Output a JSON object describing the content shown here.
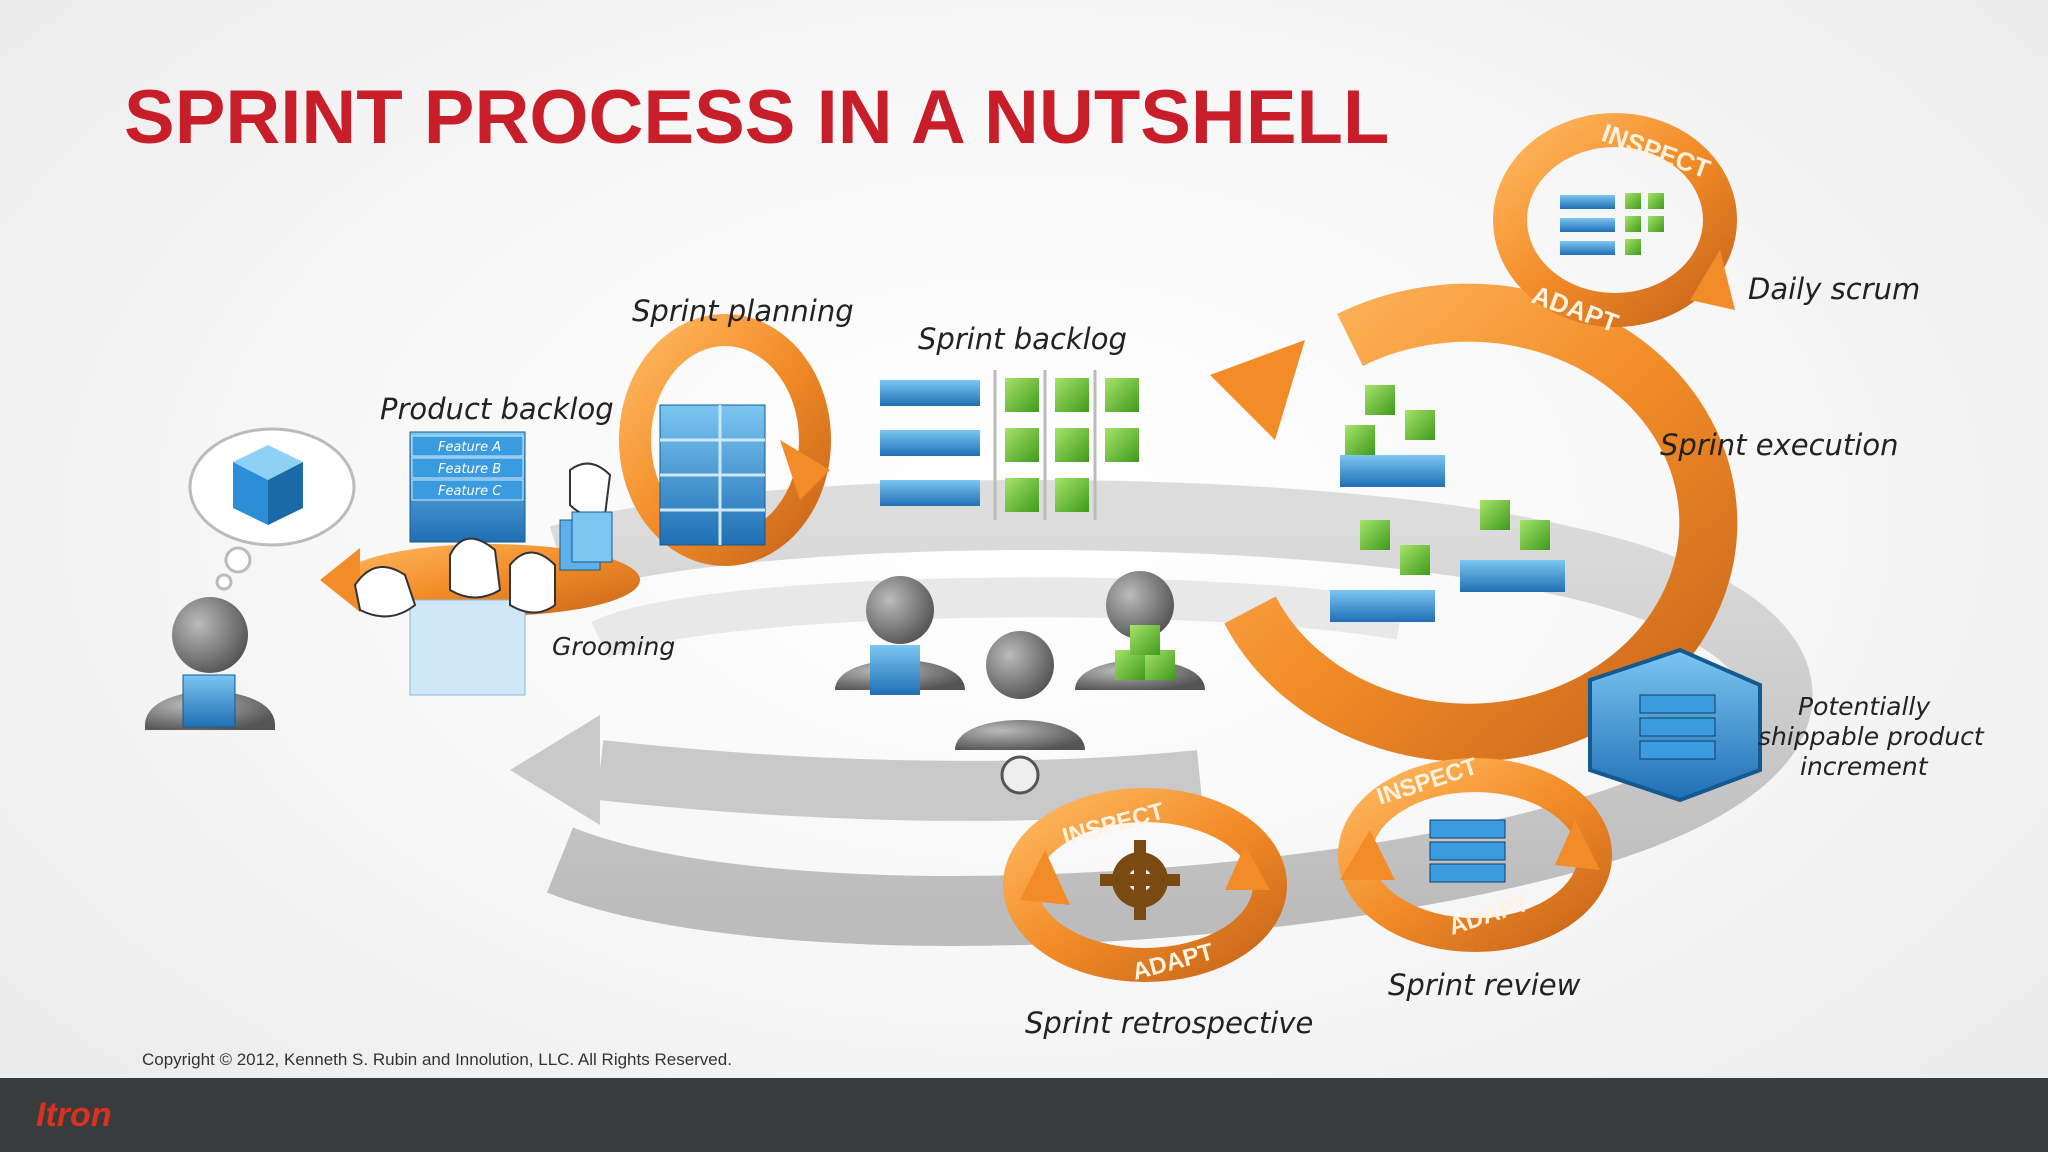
{
  "title": "SPRINT PROCESS IN A NUTSHELL",
  "labels": {
    "product_backlog": "Product backlog",
    "sprint_planning": "Sprint planning",
    "sprint_backlog": "Sprint backlog",
    "daily_scrum": "Daily scrum",
    "sprint_execution": "Sprint execution",
    "grooming": "Grooming",
    "potentially_shippable": [
      "Potentially",
      "shippable product",
      "increment"
    ],
    "sprint_review": "Sprint review",
    "sprint_retrospective": "Sprint retrospective"
  },
  "features": [
    "Feature A",
    "Feature B",
    "Feature C"
  ],
  "cycle_words": {
    "inspect": "INSPECT",
    "adapt": "ADAPT"
  },
  "copyright": "Copyright © 2012, Kenneth S. Rubin and Innolution, LLC. All Rights Reserved.",
  "footer_logo": "Itron",
  "colors": {
    "title": "#c81e2a",
    "orange": "#f28c28",
    "blue": "#2a8fd6",
    "green": "#6cc23a",
    "footer": "#3a3b3d",
    "logo": "#d8321f"
  },
  "icons": [
    "cube-icon",
    "person-icon",
    "hand-icon",
    "gear-icon",
    "cycle-arrow-icon"
  ]
}
